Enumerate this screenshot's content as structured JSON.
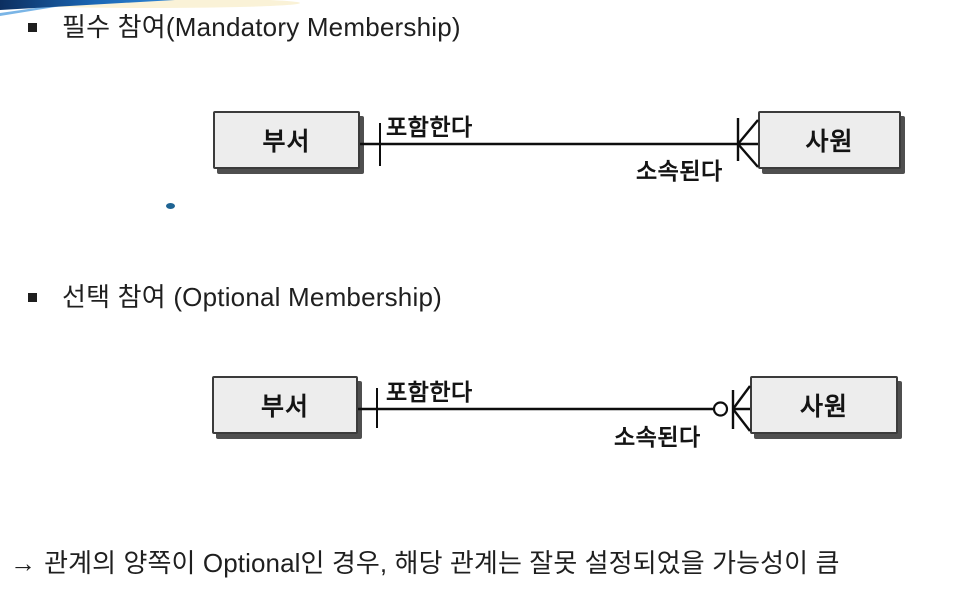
{
  "slide": {
    "bullets": [
      {
        "label": "필수 참여(Mandatory Membership)"
      },
      {
        "label": "선택 참여 (Optional Membership)"
      }
    ],
    "diagrams": [
      {
        "name": "mandatory-membership",
        "left_entity": "부서",
        "right_entity": "사원",
        "relationship_top_label": "포함한다",
        "relationship_bottom_label": "소속된다",
        "left_cardinality": "one-mandatory-tick",
        "right_cardinality": "mandatory-many-crows-foot"
      },
      {
        "name": "optional-membership",
        "left_entity": "부서",
        "right_entity": "사원",
        "relationship_top_label": "포함한다",
        "relationship_bottom_label": "소속된다",
        "left_cardinality": "one-mandatory-tick",
        "right_cardinality": "optional-many-crows-foot-with-circle"
      }
    ],
    "note": {
      "arrow": "→",
      "text": "관계의 양쪽이 Optional인 경우, 해당 관계는 잘못 설정되었을 가능성이 큼"
    },
    "colors": {
      "text": "#1f1f1f",
      "entity_fill": "#ededed",
      "entity_border": "#3b3b3b",
      "entity_shadow": "#4f4f4f",
      "accent_navy": "#0c2f60",
      "accent_blue": "#2077c9",
      "accent_light_blue": "#63a8e2",
      "accent_yellow": "#f2d98c",
      "stray_dot_blue": "#1e6493"
    }
  }
}
